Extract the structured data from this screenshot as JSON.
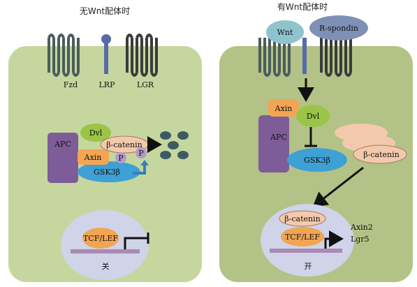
{
  "left": {
    "title": "无Wnt配体时",
    "receptors": {
      "fzd": "Fzd",
      "lrp": "LRP",
      "lgr": "LGR"
    },
    "complex": {
      "apc": "APC",
      "dvl": "Dvl",
      "beta_catenin": "β-catenin",
      "axin": "Axin",
      "p1": "P",
      "p2": "P",
      "gsk3b": "GSK3β"
    },
    "nucleus": {
      "tcf": "TCF/LEF",
      "state": "关"
    }
  },
  "right": {
    "title": "有Wnt配体时",
    "ligands": {
      "wnt": "Wnt",
      "rspondin": "R-spondin"
    },
    "complex": {
      "axin": "Axin",
      "dvl": "Dvl",
      "apc": "APC",
      "gsk3b": "GSK3β",
      "beta_catenin": "β-catenin"
    },
    "nucleus": {
      "beta_catenin": "β-catenin",
      "tcf": "TCF/LEF",
      "target1": "Axin2",
      "target2": "Lgr5",
      "state": "开"
    }
  },
  "colors": {
    "left_cell": "#c5d79e",
    "right_cell": "#b3c286",
    "nucleus": "#cfd4e8",
    "receptor": "#4a5d5c",
    "lrp": "#5a6aa8",
    "apc": "#7d5c97",
    "dvl": "#9bc449",
    "axin": "#f2a553",
    "gsk3b": "#3ea0d4",
    "beta_catenin": "#f3c9ad",
    "phospho": "#b09ccc",
    "degradation": "#3d5a64",
    "wnt": "#8fc3cd",
    "rspondin": "#7f90b6",
    "dna": "#a98bb5"
  }
}
